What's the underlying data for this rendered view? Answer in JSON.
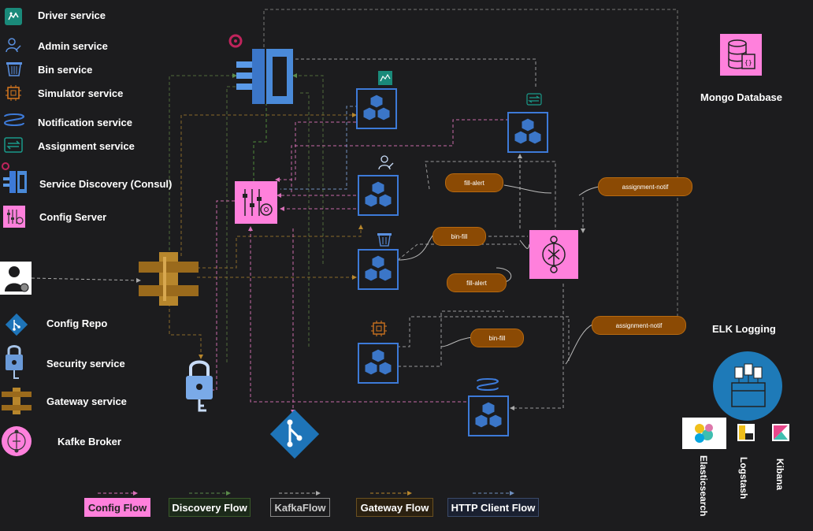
{
  "legend": {
    "driver": "Driver service",
    "admin": "Admin service",
    "bin": "Bin service",
    "simulator": "Simulator service",
    "notification": "Notification service",
    "assignment": "Assignment service",
    "discovery": "Service Discovery (Consul)",
    "config_server": "Config Server",
    "config_repo": "Config Repo",
    "security": "Security service",
    "gateway": "Gateway service",
    "kafka": "Kafke Broker"
  },
  "databases": {
    "mongo": "Mongo Database",
    "elk": "ELK Logging",
    "elasticsearch": "Elasticsearch",
    "logstash": "Logstash",
    "kibana": "Kibana"
  },
  "topics": {
    "fill_alert_1": "fill-alert",
    "assignment_notif_1": "assignment-notif",
    "bin_fill_1": "bin-fill",
    "fill_alert_2": "fill-alert",
    "assignment_notif_2": "assignment-notif",
    "bin_fill_2": "bin-fill"
  },
  "flows": {
    "config": "Config Flow",
    "discovery": "Discovery Flow",
    "kafka": "KafkaFlow",
    "gateway": "Gateway Flow",
    "http": "HTTP Client Flow"
  },
  "colors": {
    "background": "#1c1c1e",
    "service_border": "#3d7ad8",
    "topic_pill": "#8b4a04",
    "config_pink": "#ff80dc",
    "discovery_green": "#4a7a3a",
    "gateway_gold": "#b7862c"
  }
}
